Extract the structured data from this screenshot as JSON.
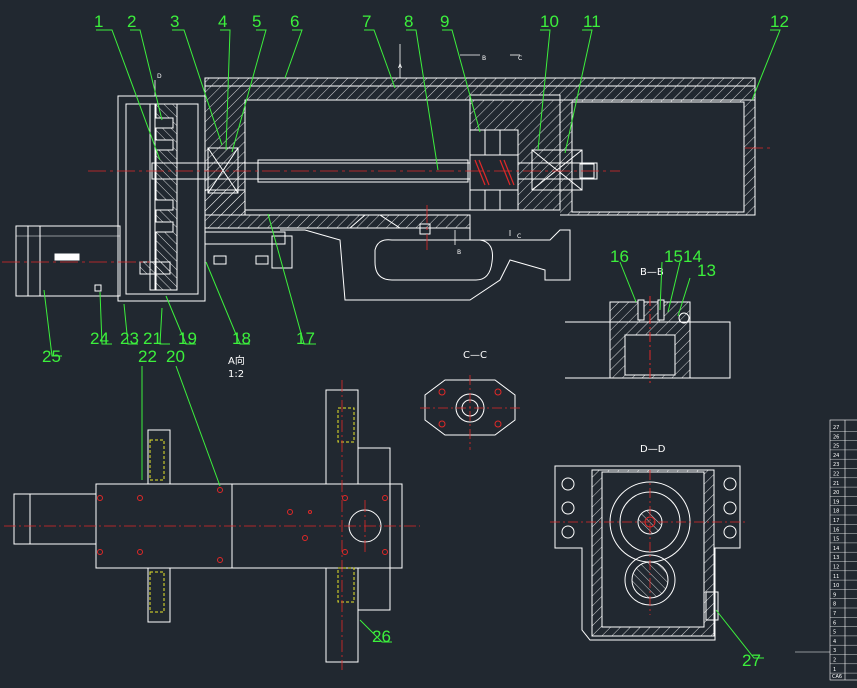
{
  "colors": {
    "background": "#212830",
    "outline": "#ffffff",
    "leader": "#3cf03c",
    "hatch": "#ffffff",
    "centerline": "#e02828",
    "hidden": "#e6e62a",
    "bolt": "#e02828"
  },
  "part_labels": [
    "1",
    "2",
    "3",
    "4",
    "5",
    "6",
    "7",
    "8",
    "9",
    "10",
    "11",
    "12",
    "13",
    "14",
    "15",
    "16",
    "17",
    "18",
    "19",
    "20",
    "21",
    "22",
    "23",
    "24",
    "25",
    "26",
    "27"
  ],
  "section_labels": {
    "bb": "B—B",
    "cc": "C—C",
    "dd": "D—D",
    "view_a": "A向",
    "scale": "1:2",
    "d_mark": "D",
    "a_mark": "A",
    "b_mark_top": "B",
    "c_mark_top": "C",
    "b_mark_bottom": "B",
    "c_mark_bottom": "C"
  },
  "motor_text": "",
  "title_block": {
    "rows": [
      "27",
      "26",
      "25",
      "24",
      "23",
      "22",
      "21",
      "20",
      "19",
      "18",
      "17",
      "16",
      "15",
      "14",
      "13",
      "12",
      "11",
      "10",
      "9",
      "8",
      "7",
      "6",
      "5",
      "4",
      "3",
      "2",
      "1"
    ],
    "footer": "CA6"
  }
}
